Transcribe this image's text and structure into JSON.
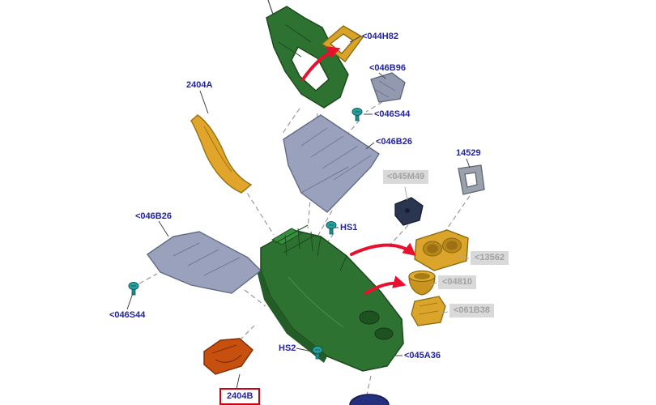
{
  "diagram": {
    "type": "exploded-parts-diagram",
    "labels": [
      {
        "text": "<044H82",
        "style": "normal"
      },
      {
        "text": "<046B96",
        "style": "normal"
      },
      {
        "text": "<046S44",
        "style": "normal"
      },
      {
        "text": "2404A",
        "style": "normal"
      },
      {
        "text": "<046B26",
        "style": "normal"
      },
      {
        "text": "<045M49",
        "style": "ghost"
      },
      {
        "text": "14529",
        "style": "normal"
      },
      {
        "text": "HS1",
        "style": "normal"
      },
      {
        "text": "<046B26",
        "style": "normal"
      },
      {
        "text": "<13562",
        "style": "ghost"
      },
      {
        "text": "<04810",
        "style": "ghost"
      },
      {
        "text": "<061B38",
        "style": "ghost"
      },
      {
        "text": "<046S44",
        "style": "normal"
      },
      {
        "text": "<045A36",
        "style": "normal"
      },
      {
        "text": "HS2",
        "style": "normal"
      },
      {
        "text": "2404B",
        "style": "highlighted"
      }
    ],
    "colors": {
      "label": "#2323a6",
      "ghost_label": "#a2a2a2",
      "ghost_label_bg": "#d9d9d9",
      "highlight_box": "#cc0011",
      "arrow": "#e8112d",
      "part_green": "#2e7231",
      "part_yellow": "#dba42b",
      "part_gray_blue": "#99a1bc",
      "part_teal": "#29a0a0",
      "part_orange": "#c8500f",
      "part_navy": "#24307e"
    }
  }
}
